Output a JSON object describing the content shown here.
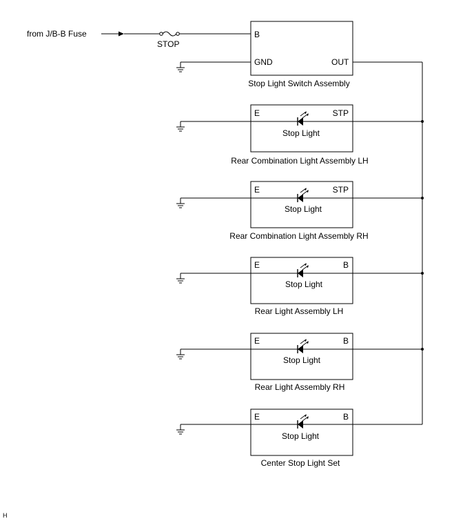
{
  "source": {
    "label": "from J/B-B Fuse"
  },
  "fuse": {
    "label": "STOP"
  },
  "switch_assembly": {
    "name": "Stop Light Switch Assembly",
    "pin_b": "B",
    "pin_gnd": "GND",
    "pin_out": "OUT"
  },
  "lights": [
    {
      "name": "Rear Combination Light Assembly LH",
      "pin_left": "E",
      "pin_right": "STP",
      "inner_label": "Stop Light"
    },
    {
      "name": "Rear Combination Light Assembly RH",
      "pin_left": "E",
      "pin_right": "STP",
      "inner_label": "Stop Light"
    },
    {
      "name": "Rear Light Assembly LH",
      "pin_left": "E",
      "pin_right": "B",
      "inner_label": "Stop Light"
    },
    {
      "name": "Rear Light Assembly RH",
      "pin_left": "E",
      "pin_right": "B",
      "inner_label": "Stop Light"
    },
    {
      "name": "Center Stop Light Set",
      "pin_left": "E",
      "pin_right": "B",
      "inner_label": "Stop Light"
    }
  ],
  "footer": {
    "code": "H"
  }
}
